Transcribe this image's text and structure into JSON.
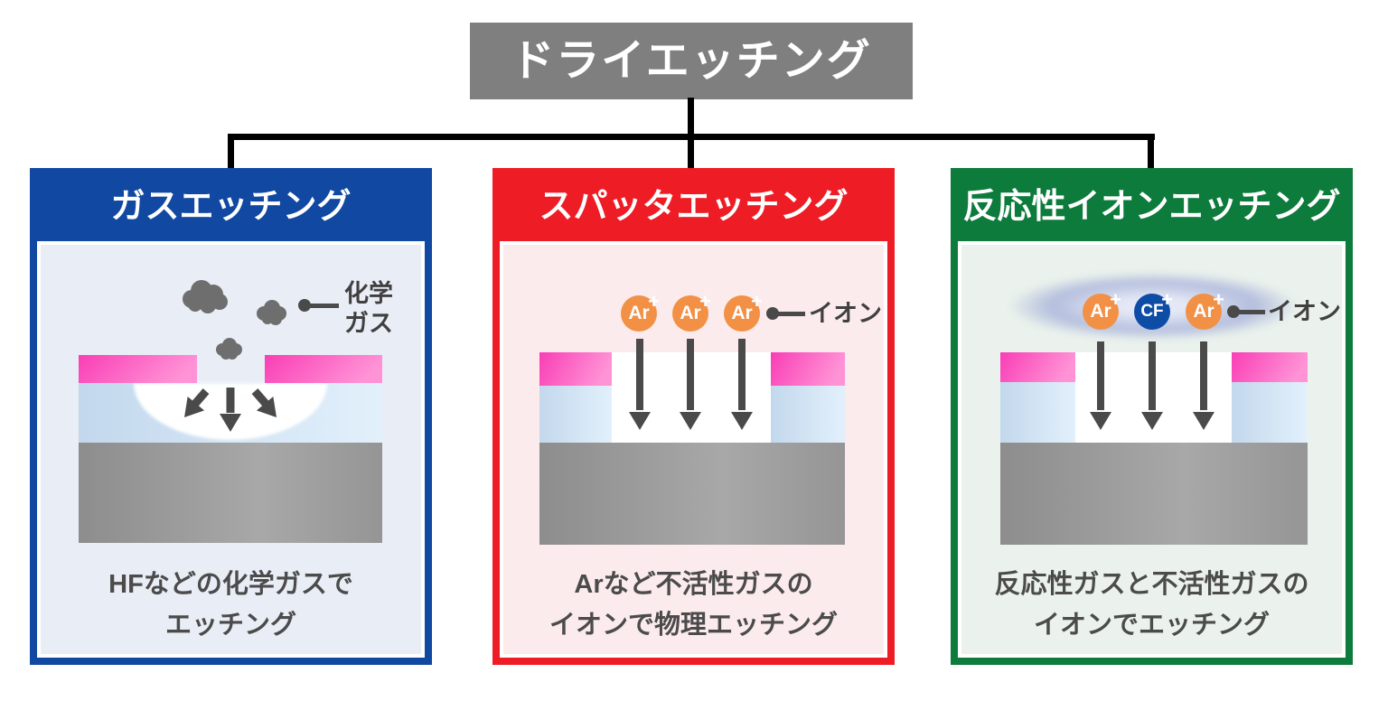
{
  "title": "ドライエッチング",
  "colors": {
    "title_bg": "#7f7f7f",
    "connector": "#000000",
    "blue_accent": "#1148a2",
    "red_accent": "#ee1c24",
    "green_accent": "#0c7b3b",
    "panel1_body": "#e9edf6",
    "panel2_body": "#fcebec",
    "panel3_body": "#ebf2ed",
    "mask_pink": "#f93eb5",
    "film_blue": "#c3d8ed",
    "substrate_gray": "#989898",
    "ion_orange": "#f29045",
    "ion_navy": "#0d4da6",
    "text_dark": "#4b4b4b"
  },
  "panels": [
    {
      "header": "ガスエッチング",
      "label_lines": [
        "化学",
        "ガス"
      ],
      "caption": [
        "HFなどの化学ガスで",
        "エッチング"
      ]
    },
    {
      "header": "スパッタエッチング",
      "label": "イオン",
      "ions": [
        {
          "symbol": "Ar",
          "charge": "+"
        },
        {
          "symbol": "Ar",
          "charge": "+"
        },
        {
          "symbol": "Ar",
          "charge": "+"
        }
      ],
      "caption": [
        "Arなど不活性ガスの",
        "イオンで物理エッチング"
      ]
    },
    {
      "header": "反応性イオンエッチング",
      "label": "イオン",
      "ions": [
        {
          "symbol": "Ar",
          "charge": "+"
        },
        {
          "symbol": "CF",
          "charge": "+"
        },
        {
          "symbol": "Ar",
          "charge": "+"
        }
      ],
      "caption": [
        "反応性ガスと不活性ガスの",
        "イオンでエッチング"
      ]
    }
  ]
}
